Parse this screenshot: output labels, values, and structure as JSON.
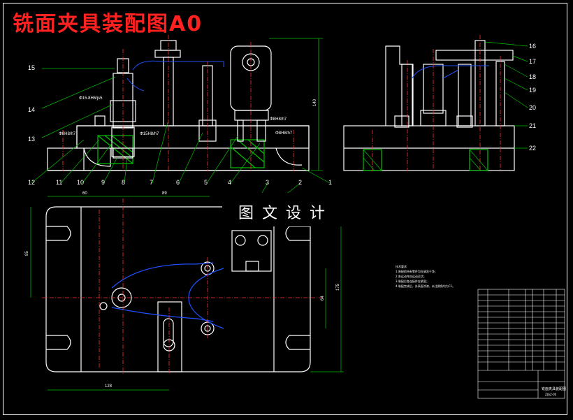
{
  "title": "铣面夹具装配图A0",
  "watermark": "图文设计",
  "front_view": {
    "balloons": [
      "15",
      "14",
      "13",
      "12",
      "11",
      "10",
      "9",
      "8",
      "7",
      "6",
      "5",
      "4",
      "3",
      "2",
      "1"
    ],
    "fit_labels": [
      "Φ15.8H6/js5",
      "Φ8H8/h7",
      "Φ15H8/h7",
      "Φ8H8/h7",
      "Φ8H8/h7"
    ],
    "dim_height": "140"
  },
  "side_view": {
    "balloons": [
      "16",
      "17",
      "18",
      "19",
      "20",
      "21",
      "22"
    ]
  },
  "plan_view": {
    "dims": [
      "60",
      "89",
      "95",
      "175",
      "64",
      "128"
    ]
  },
  "tech_requirements": {
    "heading": "技术要求",
    "items": [
      "1.装配前所有零件均应清洗干净；",
      "2.各运动件应运动灵活；",
      "3.装配后各连接件应紧固；",
      "4.装配完成后，外表面涂漆，未注倒角均为C1。"
    ]
  },
  "title_block": {
    "name": "铣面夹具装配图",
    "code": "ZJGZ-00"
  },
  "colors": {
    "outline": "#ffffff",
    "title": "#ff2020",
    "leader": "#00c000",
    "centerline": "#ff3030",
    "hatch": "#00c000",
    "hidden": "#ffff00",
    "spring": "#2050ff",
    "cyan": "#00e0ff"
  }
}
